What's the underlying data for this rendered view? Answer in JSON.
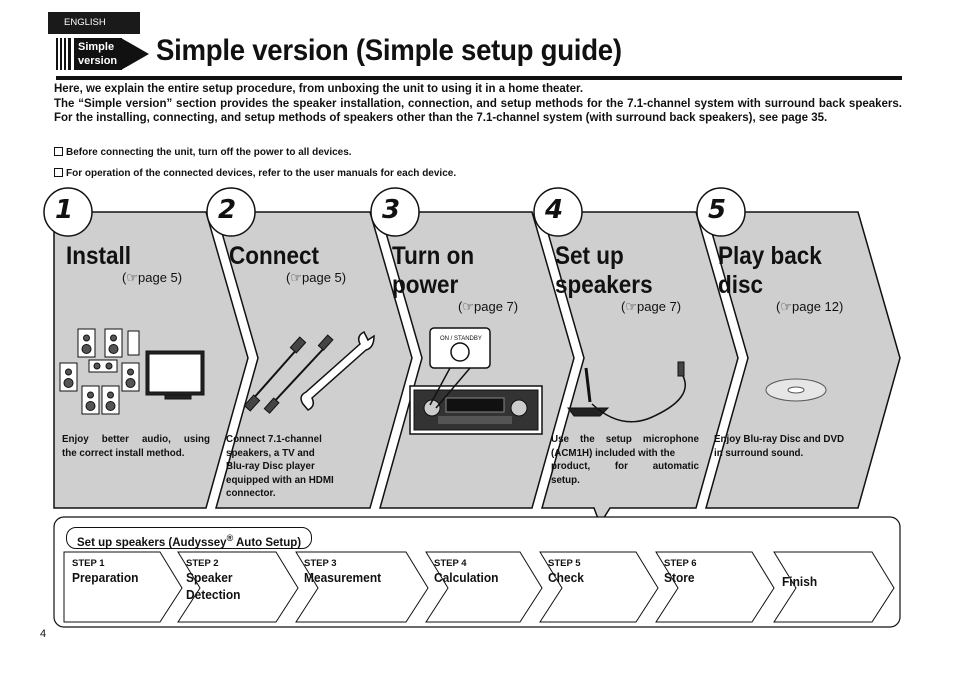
{
  "header": {
    "language": "ENGLISH",
    "badge_line1": "Simple",
    "badge_line2": "version",
    "title": "Simple version (Simple setup guide)"
  },
  "intro": {
    "line1": "Here, we explain the entire setup procedure, from unboxing the unit to using it in a home theater.",
    "line2": "The “Simple version” section provides the speaker installation, connection, and setup methods for the 7.1-channel system with surround back speakers. For the installing, connecting, and setup methods of speakers other than the 7.1-channel system (with surround back speakers), see page 35."
  },
  "notes": [
    "Before connecting the unit, turn off the power to all devices.",
    "For operation of the connected devices, refer to the user manuals for each device."
  ],
  "steps": [
    {
      "number": "1",
      "title_line1": "Install",
      "title_line2": "",
      "page_ref": "page 5",
      "desc": [
        "Enjoy better audio, using",
        "the correct install method."
      ]
    },
    {
      "number": "2",
      "title_line1": "Connect",
      "title_line2": "",
      "page_ref": "page 5",
      "desc": [
        "Connect 7.1-channel",
        "speakers, a TV and",
        "Blu-ray Disc player",
        "equipped with an HDMI",
        "connector."
      ]
    },
    {
      "number": "3",
      "title_line1": "Turn on",
      "title_line2": "power",
      "page_ref": "page 7",
      "device_label": "ON / STANDBY",
      "desc": []
    },
    {
      "number": "4",
      "title_line1": "Set up",
      "title_line2": "speakers",
      "page_ref": "page 7",
      "desc": [
        "Use the setup microphone",
        "(ACM1H) included with the",
        "product, for automatic",
        "setup."
      ]
    },
    {
      "number": "5",
      "title_line1": "Play back",
      "title_line2": "disc",
      "page_ref": "page 12",
      "desc": [
        "Enjoy Blu-ray Disc and DVD",
        "in surround sound."
      ]
    }
  ],
  "audyssey": {
    "label": "Set up speakers (Audyssey",
    "label_reg": "®",
    "label_end": " Auto Setup)",
    "steps": [
      {
        "step": "STEP 1",
        "name_line1": "Preparation",
        "name_line2": ""
      },
      {
        "step": "STEP 2",
        "name_line1": "Speaker",
        "name_line2": "Detection"
      },
      {
        "step": "STEP 3",
        "name_line1": "Measurement",
        "name_line2": ""
      },
      {
        "step": "STEP 4",
        "name_line1": "Calculation",
        "name_line2": ""
      },
      {
        "step": "STEP 5",
        "name_line1": "Check",
        "name_line2": ""
      },
      {
        "step": "STEP 6",
        "name_line1": "Store",
        "name_line2": ""
      },
      {
        "step": "",
        "name_line1": "Finish",
        "name_line2": ""
      }
    ]
  },
  "footer": {
    "page_number": "4"
  },
  "colors": {
    "panel_fill": "#cfcfcf",
    "ink": "#111111"
  }
}
